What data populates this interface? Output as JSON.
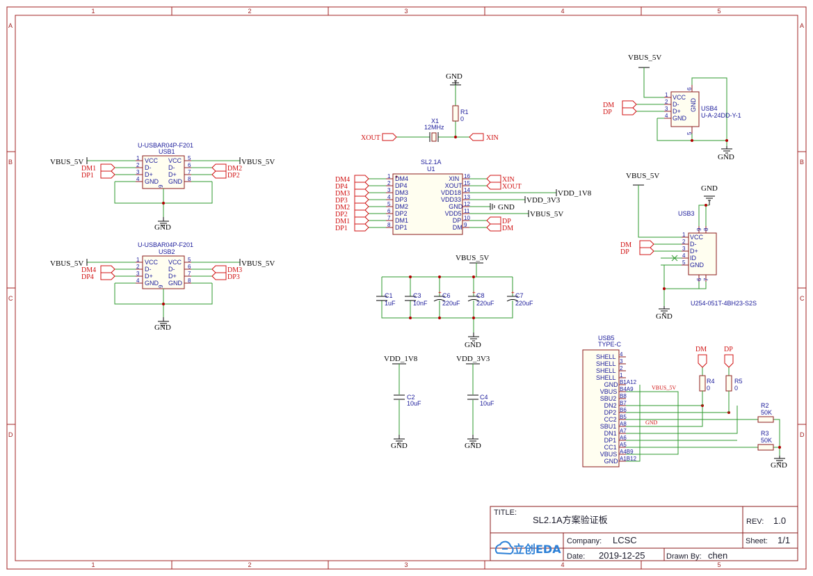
{
  "frame": {
    "cols": [
      "1",
      "2",
      "3",
      "4",
      "5"
    ],
    "rows": [
      "A",
      "B",
      "C",
      "D"
    ]
  },
  "colors": {
    "frame": "#a02020",
    "wire": "#2e9a2e",
    "pin_text": "#1a1a9a",
    "netflag": "#d01010"
  },
  "usb1": {
    "part": "U-USBAR04P-F201",
    "ref": "USB1",
    "left": [
      {
        "n": "1",
        "l": "VCC"
      },
      {
        "n": "2",
        "l": "D-"
      },
      {
        "n": "3",
        "l": "D+"
      },
      {
        "n": "4",
        "l": "GND"
      }
    ],
    "right": [
      {
        "n": "5",
        "l": "VCC"
      },
      {
        "n": "6",
        "l": "D-"
      },
      {
        "n": "7",
        "l": "D+"
      },
      {
        "n": "8",
        "l": "GND"
      }
    ],
    "pin9": "9",
    "net_l_vcc": "VBUS_5V",
    "net_r_vcc": "VBUS_5V",
    "flags_l": [
      "DM1",
      "DP1"
    ],
    "flags_r": [
      "DM2",
      "DP2"
    ],
    "gnd": "GND"
  },
  "usb2": {
    "part": "U-USBAR04P-F201",
    "ref": "USB2",
    "pin9": "9",
    "net_l_vcc": "VBUS_5V",
    "net_r_vcc": "VBUS_5V",
    "flags_l": [
      "DM4",
      "DP4"
    ],
    "flags_r": [
      "DM3",
      "DP3"
    ],
    "gnd": "GND"
  },
  "xtal": {
    "gnd": "GND",
    "r1_ref": "R1",
    "r1_val": "0",
    "x1_ref": "X1",
    "x1_val": "12MHz",
    "xout": "XOUT",
    "xin": "XIN"
  },
  "u1": {
    "part": "SL2.1A",
    "ref": "U1",
    "left": [
      {
        "n": "1",
        "l": "DM4",
        "f": "DM4"
      },
      {
        "n": "2",
        "l": "DP4",
        "f": "DP4"
      },
      {
        "n": "3",
        "l": "DM3",
        "f": "DM3"
      },
      {
        "n": "4",
        "l": "DP3",
        "f": "DP3"
      },
      {
        "n": "5",
        "l": "DM2",
        "f": "DM2"
      },
      {
        "n": "6",
        "l": "DP2",
        "f": "DP2"
      },
      {
        "n": "7",
        "l": "DM1",
        "f": "DM1"
      },
      {
        "n": "8",
        "l": "DP1",
        "f": "DP1"
      }
    ],
    "right": [
      {
        "n": "16",
        "l": "XIN"
      },
      {
        "n": "15",
        "l": "XOUT"
      },
      {
        "n": "14",
        "l": "VDD18"
      },
      {
        "n": "13",
        "l": "VDD33"
      },
      {
        "n": "12",
        "l": "GND"
      },
      {
        "n": "11",
        "l": "VDD5"
      },
      {
        "n": "10",
        "l": "DP"
      },
      {
        "n": "9",
        "l": "DM"
      }
    ],
    "r_flags": [
      "XIN",
      "XOUT"
    ],
    "net_vdd18": "VDD_1V8",
    "net_vdd33": "VDD_3V3",
    "net_gnd": "GND",
    "net_vdd5": "VBUS_5V",
    "f_dp": "DP",
    "f_dm": "DM"
  },
  "caps": {
    "vbus": "VBUS_5V",
    "gnd": "GND",
    "items": [
      {
        "ref": "C1",
        "val": "1uF"
      },
      {
        "ref": "C3",
        "val": "10nF"
      },
      {
        "ref": "C6",
        "val": "220uF"
      },
      {
        "ref": "C8",
        "val": "220uF"
      },
      {
        "ref": "C7",
        "val": "220uF"
      }
    ],
    "c2": {
      "net": "VDD_1V8",
      "ref": "C2",
      "val": "10uF",
      "gnd": "GND"
    },
    "c4": {
      "net": "VDD_3V3",
      "ref": "C4",
      "val": "10uF",
      "gnd": "GND"
    }
  },
  "usb4": {
    "net": "VBUS_5V",
    "ref": "USB4",
    "part": "U-A-24DD-Y-1",
    "pins": [
      {
        "n": "1",
        "l": "VCC"
      },
      {
        "n": "2",
        "l": "D-"
      },
      {
        "n": "3",
        "l": "D+"
      },
      {
        "n": "4",
        "l": "GND"
      }
    ],
    "gnd_lbl": "GND",
    "pin6": "6",
    "pin5": "5",
    "flags": [
      "DM",
      "DP"
    ],
    "gnd": "GND"
  },
  "usb3": {
    "net": "VBUS_5V",
    "gnd_top": "GND",
    "ref": "USB3",
    "part": "U254-051T-4BH23-S2S",
    "pins": [
      {
        "n": "1",
        "l": "VCC"
      },
      {
        "n": "2",
        "l": "D-"
      },
      {
        "n": "3",
        "l": "D+"
      },
      {
        "n": "4",
        "l": "ID"
      },
      {
        "n": "5",
        "l": "GND"
      }
    ],
    "p9": "9",
    "p8": "8",
    "p6": "6",
    "p7": "7",
    "flags": [
      "DM",
      "DP"
    ],
    "gnd": "GND"
  },
  "usb5": {
    "ref": "USB5",
    "part": "TYPE-C",
    "pins": [
      {
        "l": "SHELL",
        "n": "4"
      },
      {
        "l": "SHELL",
        "n": "3"
      },
      {
        "l": "SHELL",
        "n": "2"
      },
      {
        "l": "SHELL",
        "n": "1"
      },
      {
        "l": "GND",
        "n": "B1A12"
      },
      {
        "l": "VBUS",
        "n": "B4A9"
      },
      {
        "l": "SBU2",
        "n": "B8"
      },
      {
        "l": "DN2",
        "n": "B7"
      },
      {
        "l": "DP2",
        "n": "B6"
      },
      {
        "l": "CC2",
        "n": "B5"
      },
      {
        "l": "SBU1",
        "n": "A8"
      },
      {
        "l": "DN1",
        "n": "A7"
      },
      {
        "l": "DP1",
        "n": "A6"
      },
      {
        "l": "CC1",
        "n": "A5"
      },
      {
        "l": "VBUS",
        "n": "A4B9"
      },
      {
        "l": "GND",
        "n": "A1B12"
      }
    ],
    "net_vbus": "VBUS_5V",
    "net_gnd": "GND",
    "f_dm": "DM",
    "f_dp": "DP",
    "r4_ref": "R4",
    "r4_val": "0",
    "r5_ref": "R5",
    "r5_val": "0",
    "r2_ref": "R2",
    "r2_val": "50K",
    "r3_ref": "R3",
    "r3_val": "50K",
    "gnd": "GND"
  },
  "title_block": {
    "title_label": "TITLE:",
    "title": "SL2.1A方案验证板",
    "rev_label": "REV:",
    "rev": "1.0",
    "company_label": "Company:",
    "company": "LCSC",
    "sheet_label": "Sheet:",
    "sheet": "1/1",
    "date_label": "Date:",
    "date": "2019-12-25",
    "drawn_label": "Drawn By:",
    "drawn": "chen",
    "logo": "立创EDA"
  }
}
